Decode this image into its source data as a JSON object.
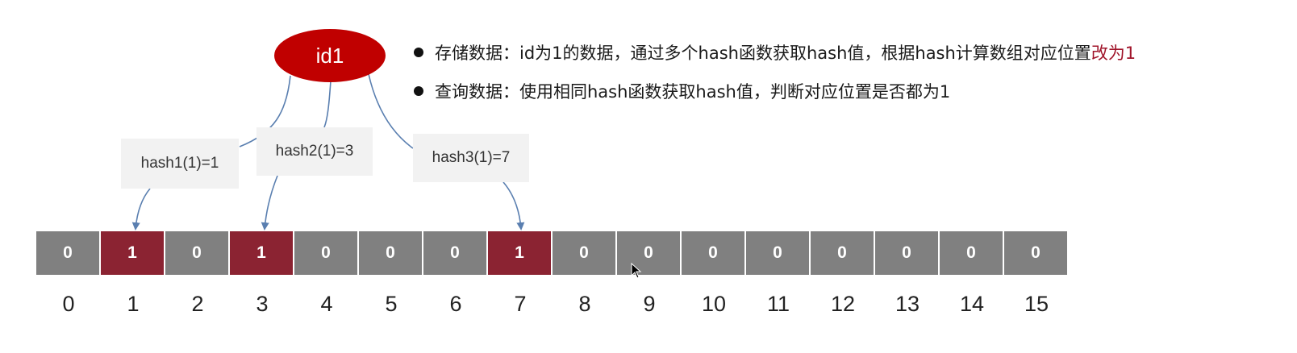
{
  "node": {
    "label": "id1",
    "color": "#c00000"
  },
  "notes": [
    {
      "text": "存储数据：id为1的数据，通过多个hash函数获取hash值，根据hash计算数组对应位置",
      "highlight": "改为1"
    },
    {
      "text": "查询数据：使用相同hash函数获取hash值，判断对应位置是否都为1",
      "highlight": ""
    }
  ],
  "hash_labels": [
    {
      "label": "hash1(1)=1",
      "target_index": 1
    },
    {
      "label": "hash2(1)=3",
      "target_index": 3
    },
    {
      "label": "hash3(1)=7",
      "target_index": 7
    }
  ],
  "bit_array": [
    0,
    1,
    0,
    1,
    0,
    0,
    0,
    1,
    0,
    0,
    0,
    0,
    0,
    0,
    0,
    0
  ],
  "indices": [
    "0",
    "1",
    "2",
    "3",
    "4",
    "5",
    "6",
    "7",
    "8",
    "9",
    "10",
    "11",
    "12",
    "13",
    "14",
    "15"
  ],
  "colors": {
    "set_bit": "#8b2332",
    "unset_bit": "#808080",
    "arrow": "#5a7fb0",
    "highlight_text": "#a0142a"
  }
}
